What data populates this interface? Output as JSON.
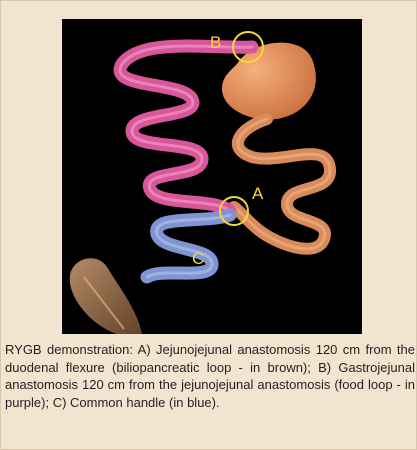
{
  "figure": {
    "caption": "RYGB demonstration: A) Jejunojejunal anastomosis 120 cm from the duodenal flexure (biliopancreatic loop - in brown); B) Gastrojejunal anastomosis 120 cm from the jejunojejunal anastomosis (food loop - in purple); C) Common handle (in blue).",
    "markers": [
      {
        "label": "B"
      },
      {
        "label": "A"
      },
      {
        "label": "C"
      }
    ],
    "colors": {
      "frame_background": "#f2e5d0",
      "illustration_background": "#000000",
      "food_loop": "#d9569a",
      "biliopancreatic_loop": "#d98a5a",
      "common_handle": "#7f94d0",
      "stomach_pouch": "#e8935f",
      "colon": "#9c6f4c",
      "marker": "#f4d63a"
    }
  }
}
